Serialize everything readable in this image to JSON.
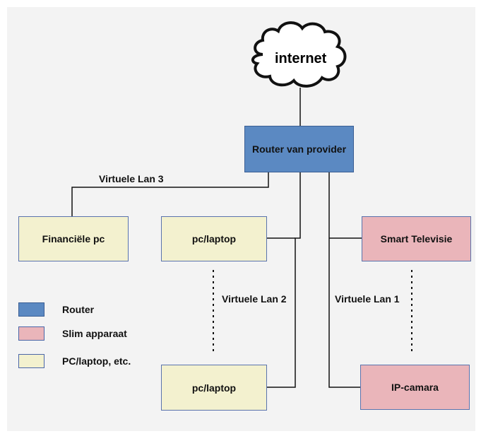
{
  "cloud": {
    "label": "internet"
  },
  "nodes": {
    "router": "Router van provider",
    "financial_pc": "Financiële pc",
    "pc_laptop_top": "pc/laptop",
    "pc_laptop_bottom": "pc/laptop",
    "smart_tv": "Smart Televisie",
    "ip_camera": "IP-camara"
  },
  "vlans": {
    "vlan3": "Virtuele Lan 3",
    "vlan2": "Virtuele Lan 2",
    "vlan1": "Virtuele Lan 1"
  },
  "legend": [
    {
      "label": "Router",
      "color": "#5b89c2"
    },
    {
      "label": "Slim apparaat",
      "color": "#eab5ba"
    },
    {
      "label": "PC/laptop, etc.",
      "color": "#f3f1cf"
    }
  ],
  "colors": {
    "router": "#5b89c2",
    "smart_device": "#eab5ba",
    "pc": "#f3f1cf",
    "border": "#4a66a8",
    "line": "#111111"
  }
}
